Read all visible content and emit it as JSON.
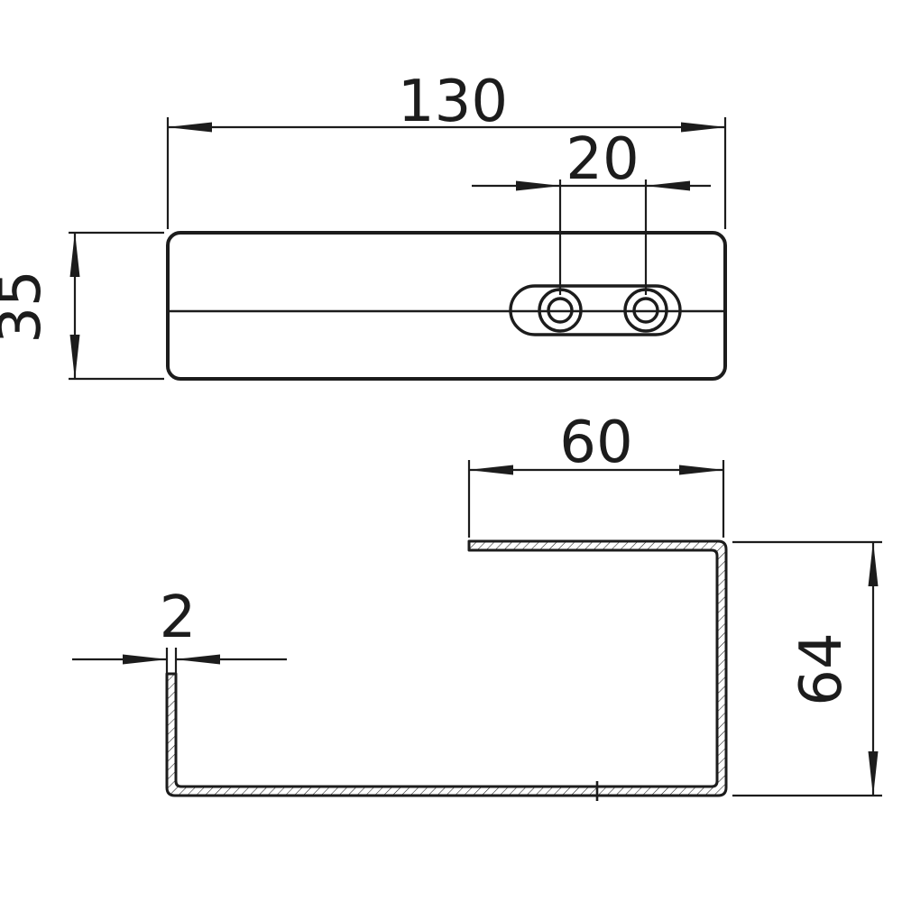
{
  "drawing": {
    "type": "technical-dimension-drawing",
    "line_color": "#1c1c1c",
    "background_color": "#ffffff",
    "top_view": {
      "width_label": "130",
      "hole_spacing_label": "20",
      "depth_label": "35",
      "hole_count": 2
    },
    "side_view": {
      "flange_width_label": "60",
      "height_label": "64",
      "thickness_label": "2"
    }
  }
}
